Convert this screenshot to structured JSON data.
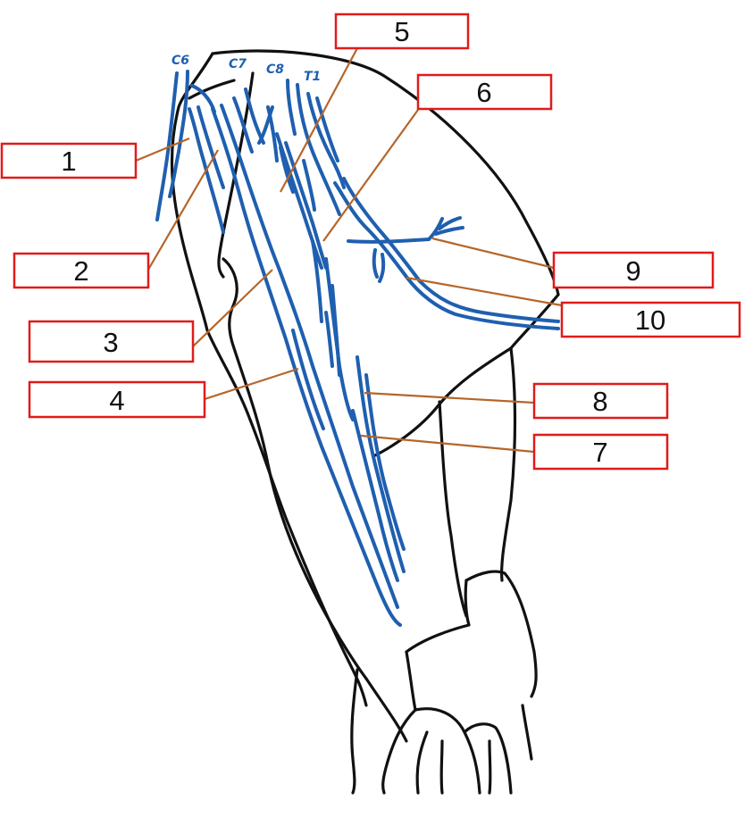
{
  "roots": [
    "C6",
    "C7",
    "C8",
    "T1"
  ],
  "labels": [
    "1",
    "2",
    "3",
    "4",
    "5",
    "6",
    "7",
    "8",
    "9",
    "10"
  ],
  "colors": {
    "box_border": "#e01b1b",
    "leader": "#b5652a",
    "nerve": "#1f5fb0",
    "outline": "#111111"
  }
}
